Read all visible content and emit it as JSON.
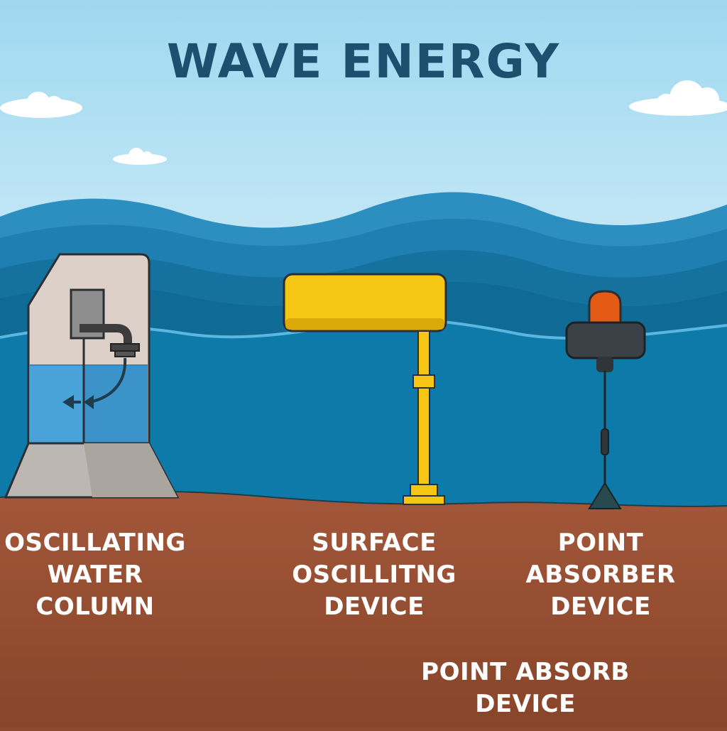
{
  "title": "WAVE ENERGY",
  "labels": {
    "oscillating_water_column": "OSCILLATING\nWATER\nCOLUMN",
    "surface_device": "SURFACE\nOSCILLITNG\nDEVICE",
    "point_absorber": "POINT\nABSORBER\nDEVICE",
    "point_absorb_device": "POINT ABSORB\nDEVICE"
  },
  "colors": {
    "title": "#1d4f6e",
    "sky": "#a8dcf2",
    "sea_deep": "#0e75a4",
    "seabed": "#9a4f33",
    "owc_body": "#ddd0c8",
    "owc_base": "#bcb7b2",
    "surface_float": "#f5c614",
    "point_buoy": "#3a4247",
    "point_light": "#e35b14",
    "label_text": "#ffffff"
  }
}
